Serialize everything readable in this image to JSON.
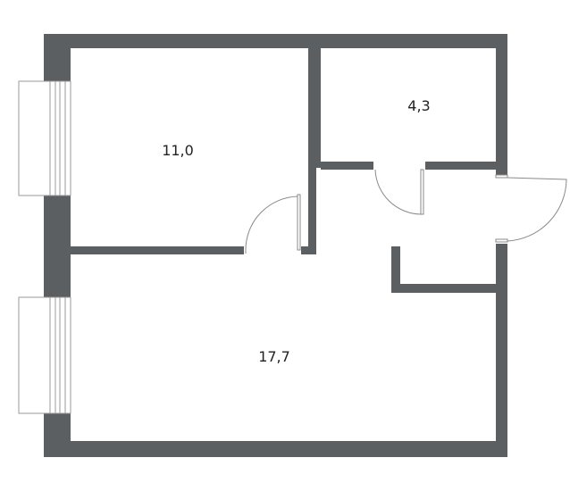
{
  "rooms": [
    {
      "id": "room-a",
      "area": "11,0"
    },
    {
      "id": "room-b",
      "area": "4,3"
    },
    {
      "id": "room-c",
      "area": "17,7"
    }
  ],
  "colors": {
    "wall": "#5b5f62",
    "window_frame": "#9a9a9a",
    "door_line": "#8a8a8a",
    "background": "#ffffff"
  }
}
